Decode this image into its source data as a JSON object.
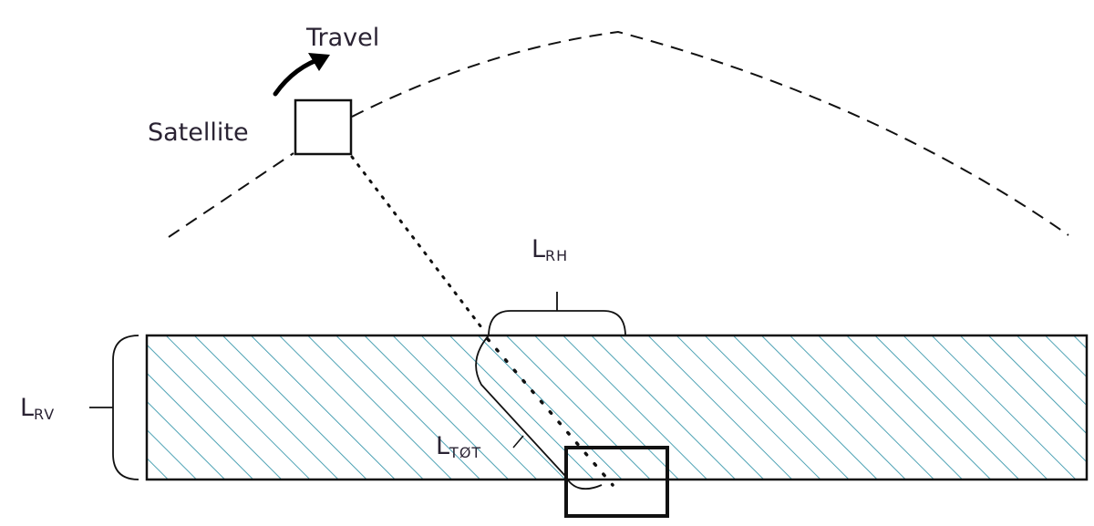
{
  "labels": {
    "travel": "Travel",
    "satellite": "Satellite",
    "l_rh": {
      "main": "L",
      "sub": "RH"
    },
    "l_rv": {
      "main": "L",
      "sub": "RV"
    },
    "l_tot": {
      "main": "L",
      "sub": "TØT"
    }
  },
  "colors": {
    "hatch": "#3a98ac",
    "line": "#111111",
    "text": "#2a2333"
  }
}
